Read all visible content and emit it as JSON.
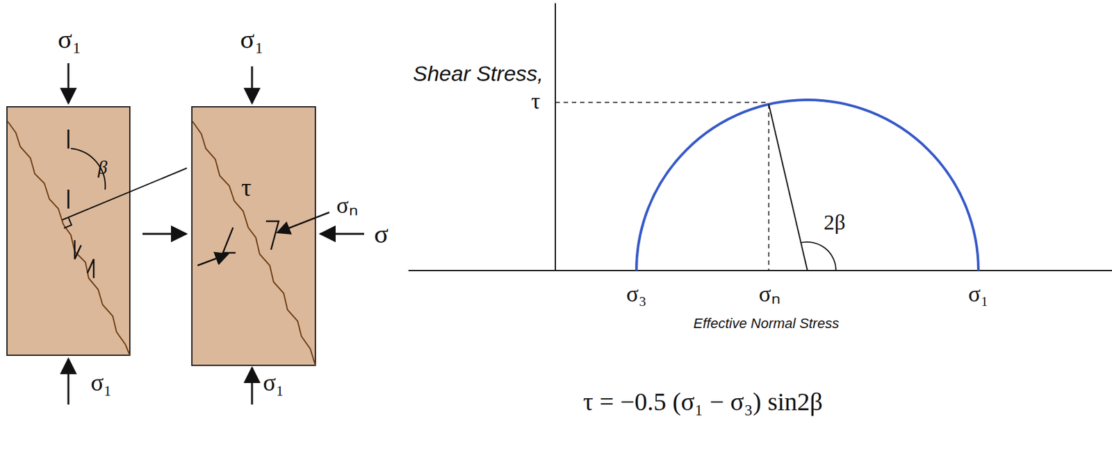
{
  "diagram": {
    "nodes": [
      {
        "text": [
          "β"
        ]
      },
      {
        "text": [
          "τ"
        ]
      }
    ],
    "labels": [
      "σ₁",
      "σ₁",
      "σ₁",
      "σ₁",
      "σ",
      "σₙ",
      "Shear Stress,",
      "τ",
      "σ₃",
      "σₙ",
      "σ₁",
      "2β",
      "Effective Normal Stress",
      "τ = −0.5 (σ₁ − σ₃)  sin2β"
    ]
  }
}
